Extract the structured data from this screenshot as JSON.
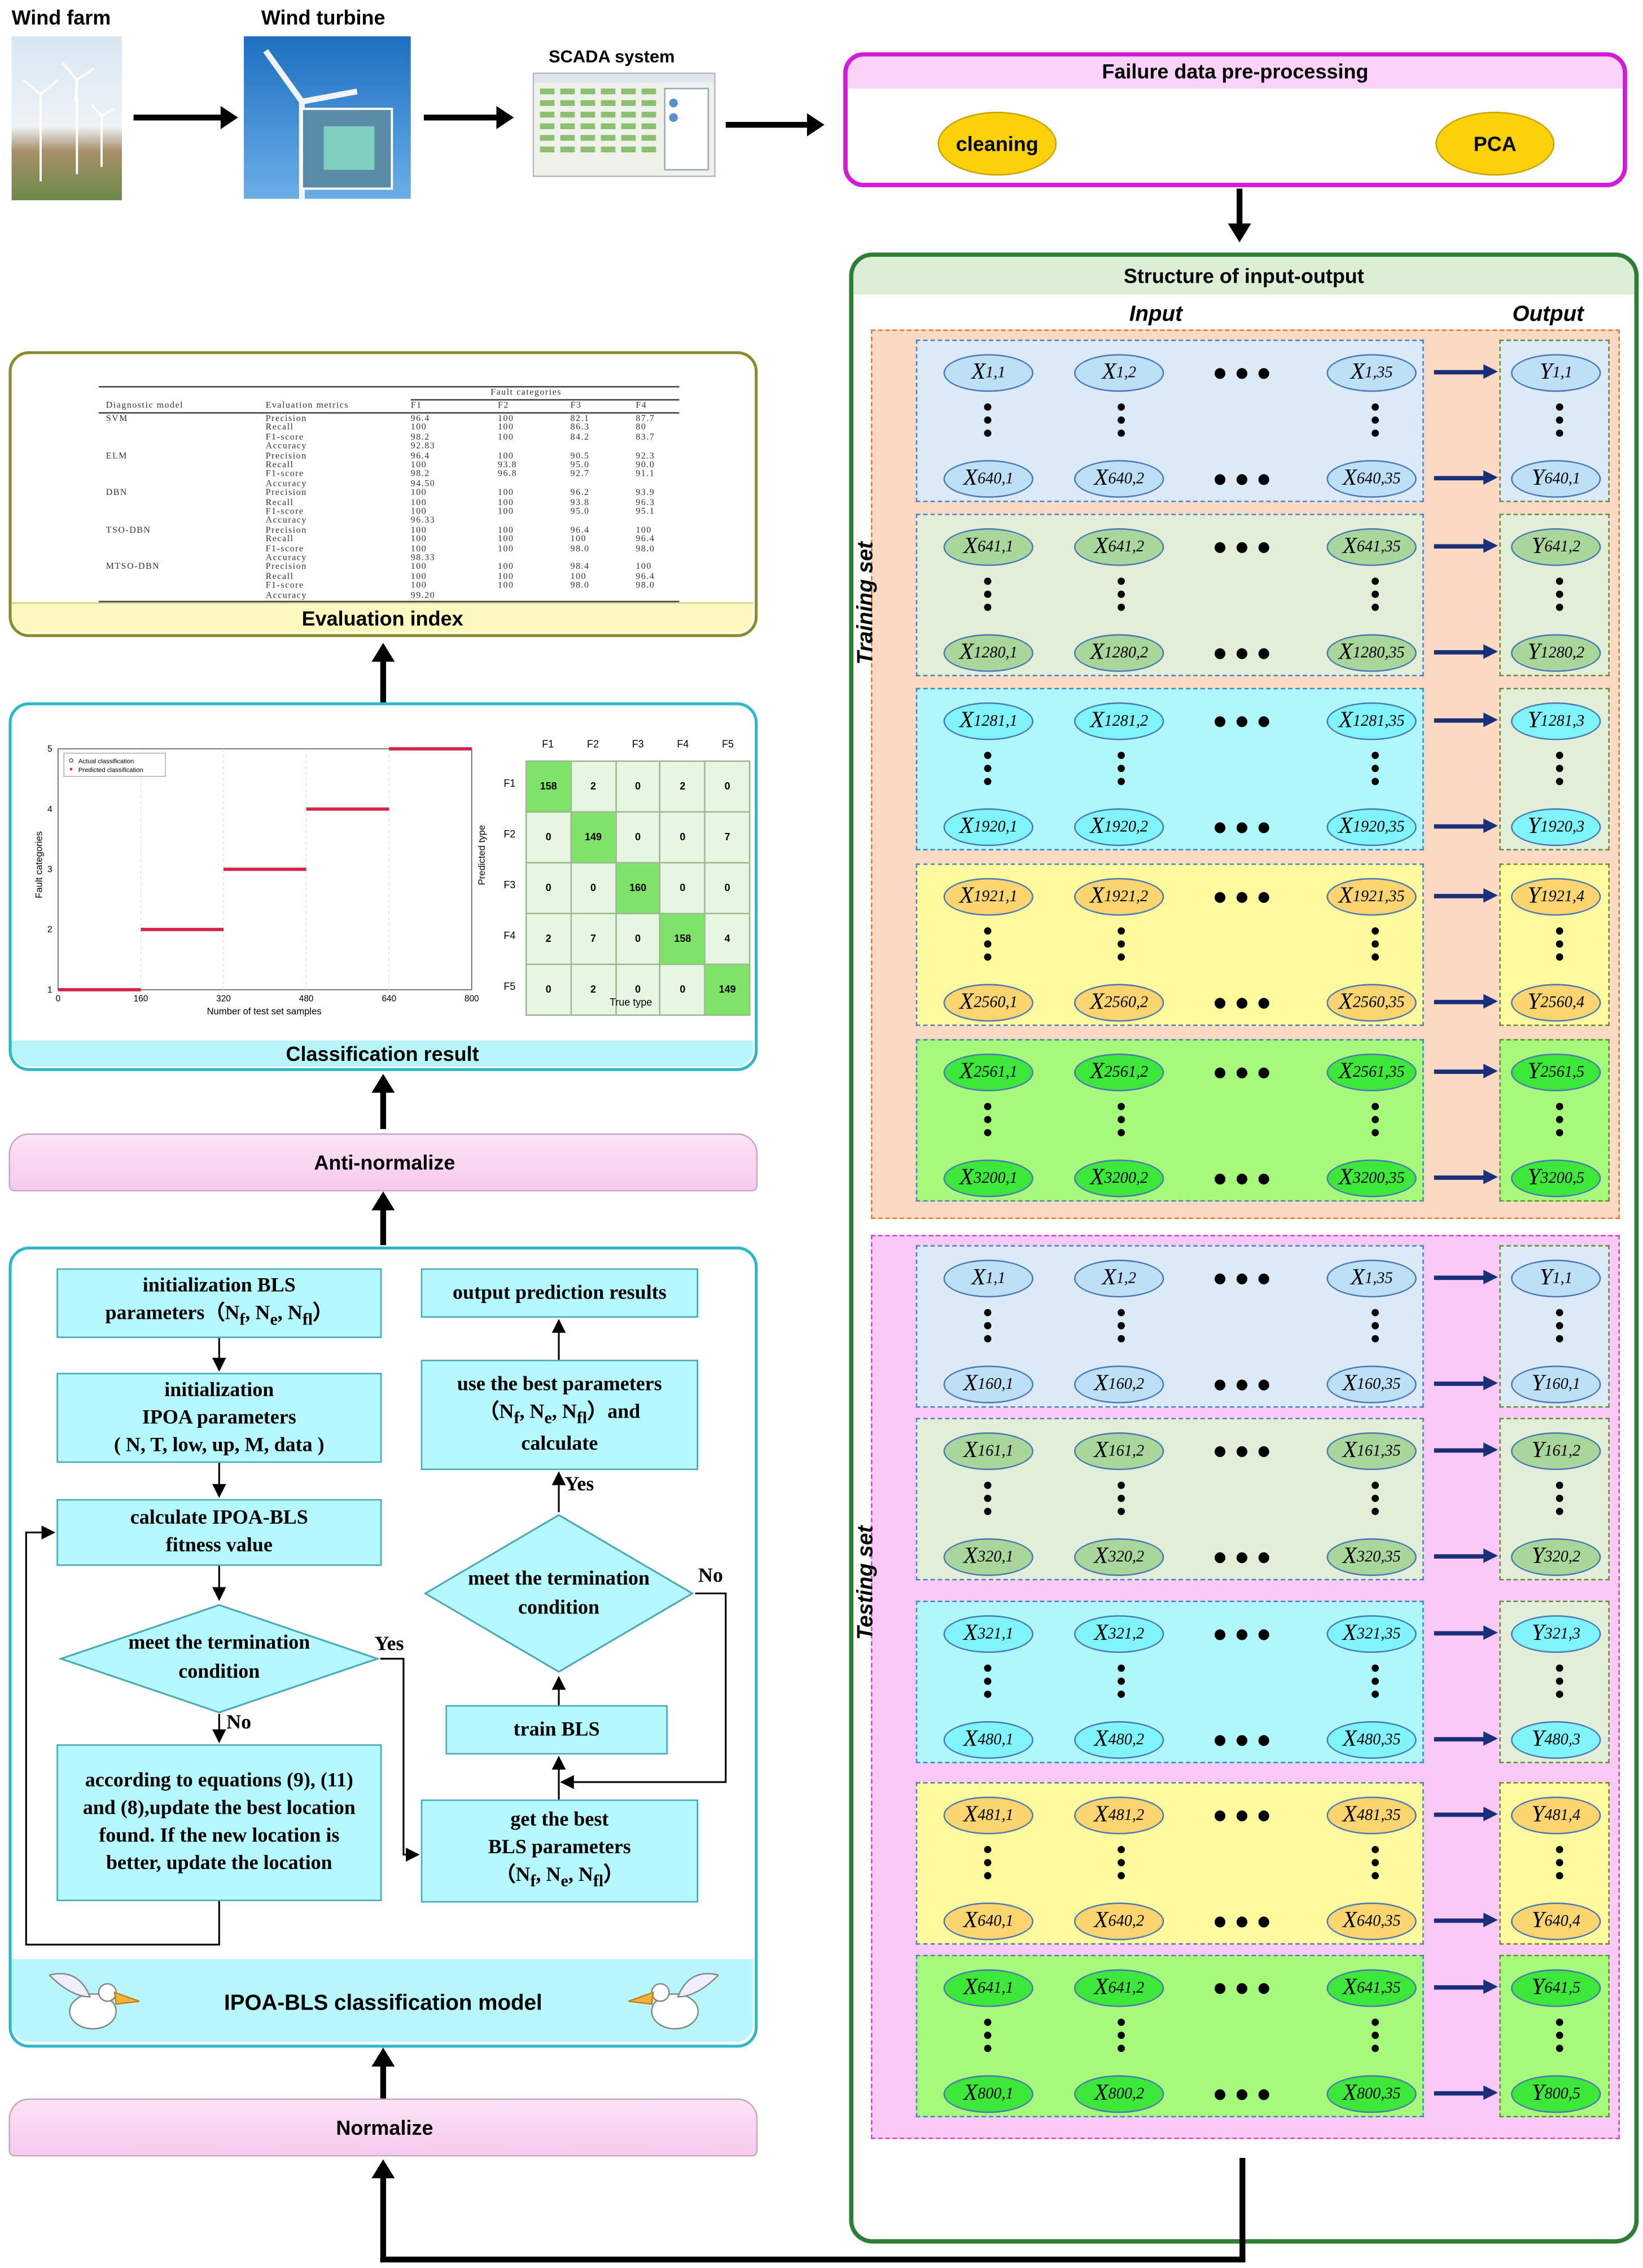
{
  "pipeline": {
    "wind_farm_label": "Wind farm",
    "wind_turbine_label": "Wind turbine",
    "scada_label": "SCADA system",
    "preprocess": {
      "title": "Failure data pre-processing",
      "step1": "cleaning",
      "step2": "PCA"
    }
  },
  "structure": {
    "title": "Structure of input-output",
    "input_header": "Input",
    "output_header": "Output",
    "training_label": "Training set",
    "testing_label": "Testing set",
    "training_groups": [
      {
        "x_top": [
          "X1,1",
          "X1,2",
          "X1,35"
        ],
        "x_bot": [
          "X640,1",
          "X640,2",
          "X640,35"
        ],
        "y_top": "Y1,1",
        "y_bot": "Y640,1"
      },
      {
        "x_top": [
          "X641,1",
          "X641,2",
          "X641,35"
        ],
        "x_bot": [
          "X1280,1",
          "X1280,2",
          "X1280,35"
        ],
        "y_top": "Y641,2",
        "y_bot": "Y1280,2"
      },
      {
        "x_top": [
          "X1281,1",
          "X1281,2",
          "X1281,35"
        ],
        "x_bot": [
          "X1920,1",
          "X1920,2",
          "X1920,35"
        ],
        "y_top": "Y1281,3",
        "y_bot": "Y1920,3"
      },
      {
        "x_top": [
          "X1921,1",
          "X1921,2",
          "X1921,35"
        ],
        "x_bot": [
          "X2560,1",
          "X2560,2",
          "X2560,35"
        ],
        "y_top": "Y1921,4",
        "y_bot": "Y2560,4"
      },
      {
        "x_top": [
          "X2561,1",
          "X2561,2",
          "X2561,35"
        ],
        "x_bot": [
          "X3200,1",
          "X3200,2",
          "X3200,35"
        ],
        "y_top": "Y2561,5",
        "y_bot": "Y3200,5"
      }
    ],
    "testing_groups": [
      {
        "x_top": [
          "X1,1",
          "X1,2",
          "X1,35"
        ],
        "x_bot": [
          "X160,1",
          "X160,2",
          "X160,35"
        ],
        "y_top": "Y1,1",
        "y_bot": "Y160,1"
      },
      {
        "x_top": [
          "X161,1",
          "X161,2",
          "X161,35"
        ],
        "x_bot": [
          "X320,1",
          "X320,2",
          "X320,35"
        ],
        "y_top": "Y161,2",
        "y_bot": "Y320,2"
      },
      {
        "x_top": [
          "X321,1",
          "X321,2",
          "X321,35"
        ],
        "x_bot": [
          "X480,1",
          "X480,2",
          "X480,35"
        ],
        "y_top": "Y321,3",
        "y_bot": "Y480,3"
      },
      {
        "x_top": [
          "X481,1",
          "X481,2",
          "X481,35"
        ],
        "x_bot": [
          "X640,1",
          "X640,2",
          "X640,35"
        ],
        "y_top": "Y481,4",
        "y_bot": "Y640,4"
      },
      {
        "x_top": [
          "X641,1",
          "X641,2",
          "X641,35"
        ],
        "x_bot": [
          "X800,1",
          "X800,2",
          "X800,35"
        ],
        "y_top": "Y641,5",
        "y_bot": "Y800,5"
      }
    ],
    "group_colors": [
      "#dce9f6",
      "#e2eed8",
      "#b0f7fb",
      "#fffa9e",
      "#a6f97a"
    ],
    "node_colors": [
      "#bde0f7",
      "#a9d69a",
      "#7ff5fb",
      "#fcd470",
      "#3ee83a"
    ]
  },
  "evaluation": {
    "title": "Evaluation index",
    "header": {
      "model": "Diagnostic model",
      "metrics": "Evaluation metrics",
      "fault": "Fault categories",
      "cats": [
        "F1",
        "F2",
        "F3",
        "F4"
      ]
    },
    "rows": [
      [
        "SVM",
        "Precision",
        "96.4",
        "100",
        "82.1",
        "87.7"
      ],
      [
        "",
        "Recall",
        "100",
        "100",
        "86.3",
        "80"
      ],
      [
        "",
        "F1-score",
        "98.2",
        "100",
        "84.2",
        "83.7"
      ],
      [
        "",
        "Accuracy",
        "92.83",
        "",
        "",
        ""
      ],
      [
        "ELM",
        "Precision",
        "96.4",
        "100",
        "90.5",
        "92.3"
      ],
      [
        "",
        "Recall",
        "100",
        "93.8",
        "95.0",
        "90.0"
      ],
      [
        "",
        "F1-score",
        "98.2",
        "96.8",
        "92.7",
        "91.1"
      ],
      [
        "",
        "Accuracy",
        "94.50",
        "",
        "",
        ""
      ],
      [
        "DBN",
        "Precision",
        "100",
        "100",
        "96.2",
        "93.9"
      ],
      [
        "",
        "Recall",
        "100",
        "100",
        "93.8",
        "96.3"
      ],
      [
        "",
        "F1-score",
        "100",
        "100",
        "95.0",
        "95.1"
      ],
      [
        "",
        "Accuracy",
        "96.33",
        "",
        "",
        ""
      ],
      [
        "TSO-DBN",
        "Precision",
        "100",
        "100",
        "96.4",
        "100"
      ],
      [
        "",
        "Recall",
        "100",
        "100",
        "100",
        "96.4"
      ],
      [
        "",
        "F1-score",
        "100",
        "100",
        "98.0",
        "98.0"
      ],
      [
        "",
        "Accuracy",
        "98.33",
        "",
        "",
        ""
      ],
      [
        "MTSO-DBN",
        "Precision",
        "100",
        "100",
        "98.4",
        "100"
      ],
      [
        "",
        "Recall",
        "100",
        "100",
        "100",
        "96.4"
      ],
      [
        "",
        "F1-score",
        "100",
        "100",
        "98.0",
        "98.0"
      ],
      [
        "",
        "Accuracy",
        "99.20",
        "",
        "",
        ""
      ]
    ]
  },
  "classification": {
    "title": "Classification result",
    "legend_actual": "Actual classification",
    "legend_pred": "Predicted classification",
    "matrix_cols": [
      "F1",
      "F2",
      "F3",
      "F4",
      "F5"
    ],
    "matrix_rows": [
      "F1",
      "F2",
      "F3",
      "F4",
      "F5"
    ],
    "matrix": [
      [
        158,
        2,
        0,
        2,
        0
      ],
      [
        0,
        149,
        0,
        0,
        7
      ],
      [
        0,
        0,
        160,
        0,
        0
      ],
      [
        2,
        7,
        0,
        158,
        4
      ],
      [
        0,
        2,
        0,
        0,
        149
      ]
    ],
    "matrix_xlabel": "True type",
    "matrix_ylabel": "Predicted type"
  },
  "chart_data": {
    "type": "scatter",
    "xlabel": "Number of test set samples",
    "ylabel": "Fault categories",
    "xlim": [
      0,
      800
    ],
    "ylim": [
      1,
      5
    ],
    "xticks": [
      0,
      160,
      320,
      480,
      640,
      800
    ],
    "yticks": [
      1,
      2,
      3,
      4,
      5
    ],
    "series": [
      {
        "name": "Actual classification",
        "segments": [
          [
            0,
            160,
            1
          ],
          [
            160,
            320,
            2
          ],
          [
            320,
            480,
            3
          ],
          [
            480,
            640,
            4
          ],
          [
            640,
            800,
            5
          ]
        ]
      },
      {
        "name": "Predicted classification",
        "segments": [
          [
            0,
            160,
            1
          ],
          [
            160,
            320,
            2
          ],
          [
            320,
            480,
            3
          ],
          [
            480,
            640,
            4
          ],
          [
            640,
            800,
            5
          ]
        ]
      }
    ]
  },
  "steps": {
    "anti_normalize": "Anti-normalize",
    "normalize": "Normalize"
  },
  "model": {
    "title": "IPOA-BLS classification model",
    "init_bls_1": "initialization  BLS",
    "init_bls_2": "parameters（Nf, Ne, Nfl）",
    "init_ipoa_1": "initialization",
    "init_ipoa_2": "IPOA parameters",
    "init_ipoa_3": "( N, T, low, up, M, data )",
    "calc_1": "calculate IPOA-BLS",
    "calc_2": "fitness value",
    "cond1_1": "meet the termination",
    "cond1_2": "condition",
    "yes1": "Yes",
    "no1": "No",
    "update_1": "according to equations (9), (11)",
    "update_2": "and (8),update  the best location",
    "update_3": "found. If the new location is",
    "update_4": "better, update the location",
    "best_1": "get the best",
    "best_2": "BLS parameters",
    "best_3": "（Nf, Ne, Nfl）",
    "train": "train BLS",
    "cond2_1": "meet the termination",
    "cond2_2": "condition",
    "yes2": "Yes",
    "no2": "No",
    "use_1": "use the best parameters",
    "use_2": "（Nf, Ne, Nfl）and",
    "use_3": "calculate",
    "output": "output prediction results"
  }
}
